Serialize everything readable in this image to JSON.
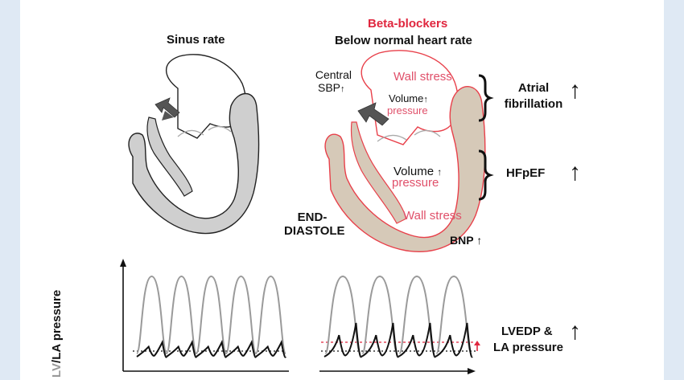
{
  "left_panel": {
    "title": "Sinus rate"
  },
  "right_panel": {
    "title_highlight": "Beta-blockers",
    "title": "Below normal heart rate",
    "colors": {
      "accent": "#e0263e",
      "heart_outline": "#e8404a",
      "heart_fill": "#d6c9b8"
    }
  },
  "annotations": {
    "central_line1": "Central",
    "central_line2": "SBP",
    "wall_stress_top": "Wall stress",
    "volume_top": "Volume",
    "pressure_top": "pressure",
    "volume_mid": "Volume",
    "pressure_mid": "pressure",
    "wall_stress_bottom": "Wall stress",
    "bnp": "BNP",
    "end_diastole_line1": "END-",
    "end_diastole_line2": "DIASTOLE"
  },
  "outcomes": {
    "af_line1": "Atrial",
    "af_line2": "fibrillation",
    "hfpef": "HFpEF",
    "lvedp_line1": "LVEDP &",
    "lvedp_line2": "LA pressure",
    "increase_glyph": "↑",
    "small_up_glyph": "↑"
  },
  "graph": {
    "ylabel_lv": "LV",
    "ylabel_sep": "/",
    "ylabel_la": "LA pressure",
    "left_beats": 5,
    "right_beats": 4
  }
}
